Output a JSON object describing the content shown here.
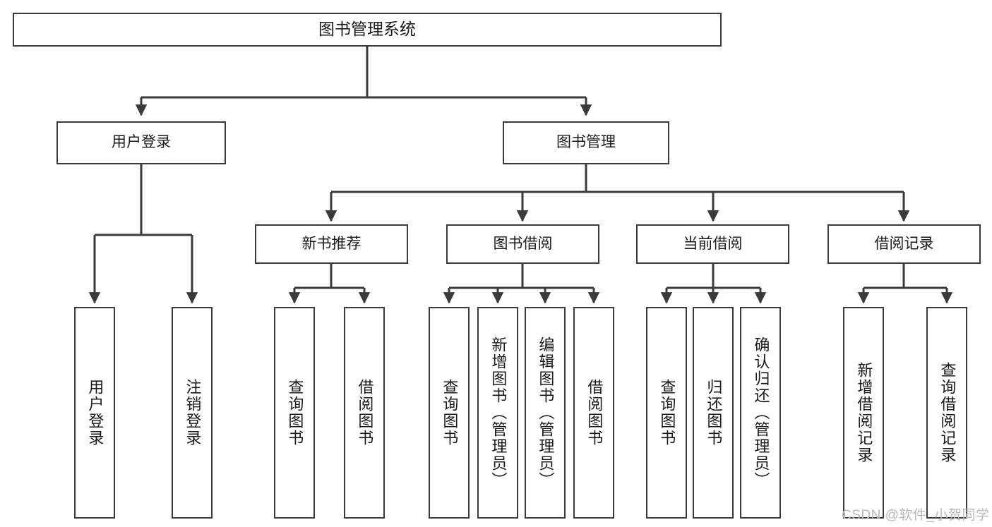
{
  "diagram": {
    "title": "图书管理系统",
    "type": "tree",
    "background_color": "#ffffff",
    "line_color": "#3a3a3a",
    "box_border_color": "#3a3a3a",
    "text_color": "#1a1a1a"
  },
  "nodes": {
    "root": {
      "label": "图书管理系统"
    },
    "level2": [
      {
        "label": "用户登录"
      },
      {
        "label": "图书管理"
      }
    ],
    "level3": [
      {
        "label": "新书推荐"
      },
      {
        "label": "图书借阅"
      },
      {
        "label": "当前借阅"
      },
      {
        "label": "借阅记录"
      }
    ],
    "leaves": {
      "user_login": [
        {
          "label": "用户登录"
        },
        {
          "label": "注销登录"
        }
      ],
      "new_book_recommend": [
        {
          "label": "查询图书"
        },
        {
          "label": "借阅图书"
        }
      ],
      "book_borrow": [
        {
          "label": "查询图书"
        },
        {
          "label": "新增图书（管理员）"
        },
        {
          "label": "编辑图书（管理员）"
        },
        {
          "label": "借阅图书"
        }
      ],
      "current_borrow": [
        {
          "label": "查询图书"
        },
        {
          "label": "归还图书"
        },
        {
          "label": "确认归还（管理员）"
        }
      ],
      "borrow_record": [
        {
          "label": "新增借阅记录"
        },
        {
          "label": "查询借阅记录"
        }
      ]
    }
  },
  "watermark": {
    "text": "CSDN @软件_小贺同学",
    "color": "#b9b9b9"
  }
}
